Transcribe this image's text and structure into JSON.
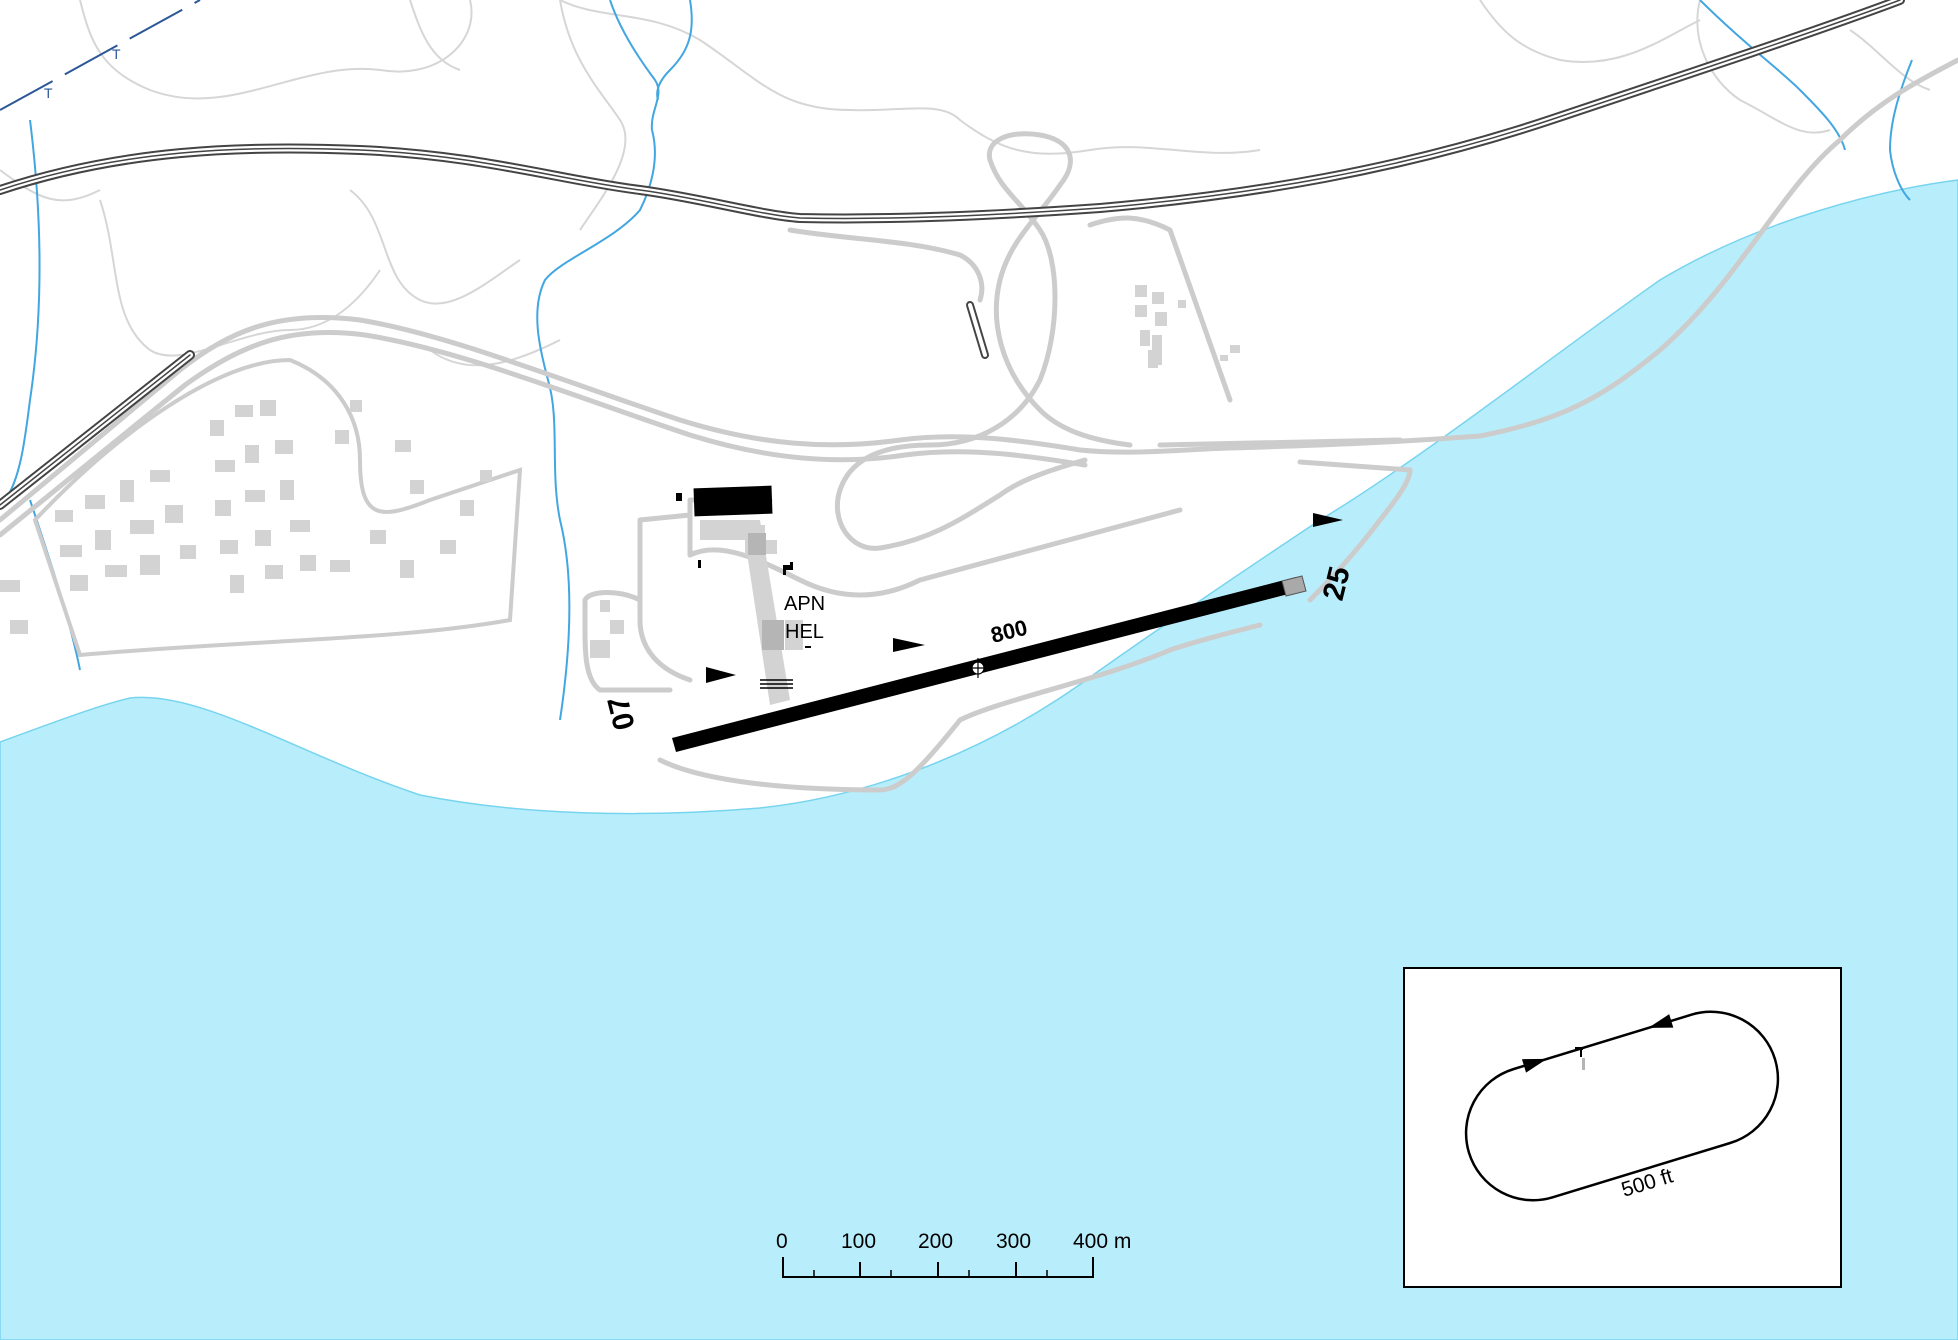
{
  "map": {
    "runway": {
      "length_label": "800",
      "threshold_west": "07",
      "threshold_east": "25"
    },
    "labels": {
      "apron": "APN",
      "helipad": "HEL"
    },
    "scale_bar": {
      "ticks": [
        "0",
        "100",
        "200",
        "300",
        "400 m"
      ]
    },
    "inset": {
      "pattern_label": "500 ft"
    },
    "colors": {
      "water": "#b8eefc",
      "stream": "#42a6e0",
      "road": "#cccccc",
      "highway": "#444444",
      "building": "#d3d3d3",
      "runway": "#000000",
      "powerline": "#2b5797"
    }
  }
}
